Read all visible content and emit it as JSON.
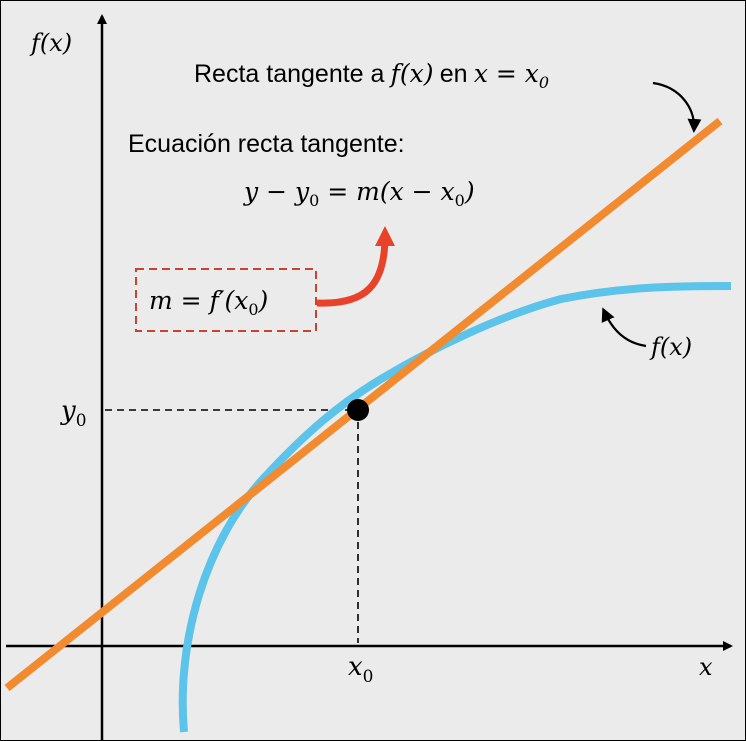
{
  "axes": {
    "y_label": "f(x)",
    "x_label": "x"
  },
  "point": {
    "y_label_base": "y",
    "y_label_sub": "0",
    "x_label_base": "x",
    "x_label_sub": "0"
  },
  "tangent_caption": {
    "text": "Recta tangente a",
    "fx": "f(x)",
    "en": "en",
    "eq": "x = x",
    "sub": "0"
  },
  "equation": {
    "title": "Ecuación recta tangente:",
    "lhs_y": "y − y",
    "sub1": "0",
    "mid": " = m(x − x",
    "sub2": "0",
    "close": ")"
  },
  "slope_box": {
    "lhs": "m = f′(x",
    "sub": "0",
    "close": ")"
  },
  "curve_label": "f(x)",
  "colors": {
    "background": "#ebebeb",
    "tangent_line": "#f28b30",
    "curve": "#5cc3ea",
    "slope_arrow": "#e8432a",
    "slope_box_border": "#c8442e",
    "point": "#000000"
  }
}
